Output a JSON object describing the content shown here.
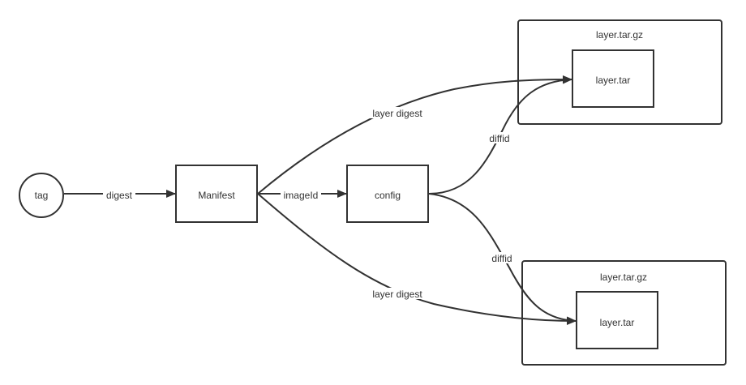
{
  "diagram": {
    "nodes": {
      "tag": "tag",
      "manifest": "Manifest",
      "config": "config",
      "layer_top_container": "layer.tar.gz",
      "layer_top_inner": "layer.tar",
      "layer_bottom_container": "layer.tar.gz",
      "layer_bottom_inner": "layer.tar"
    },
    "edges": {
      "tag_to_manifest": "digest",
      "manifest_to_config": "imageId",
      "manifest_to_layer_top": "layer digest",
      "manifest_to_layer_bottom": "layer digest",
      "config_to_layer_top": "diffid",
      "config_to_layer_bottom": "diffid"
    },
    "colors": {
      "stroke": "#323232",
      "background": "#ffffff"
    }
  }
}
